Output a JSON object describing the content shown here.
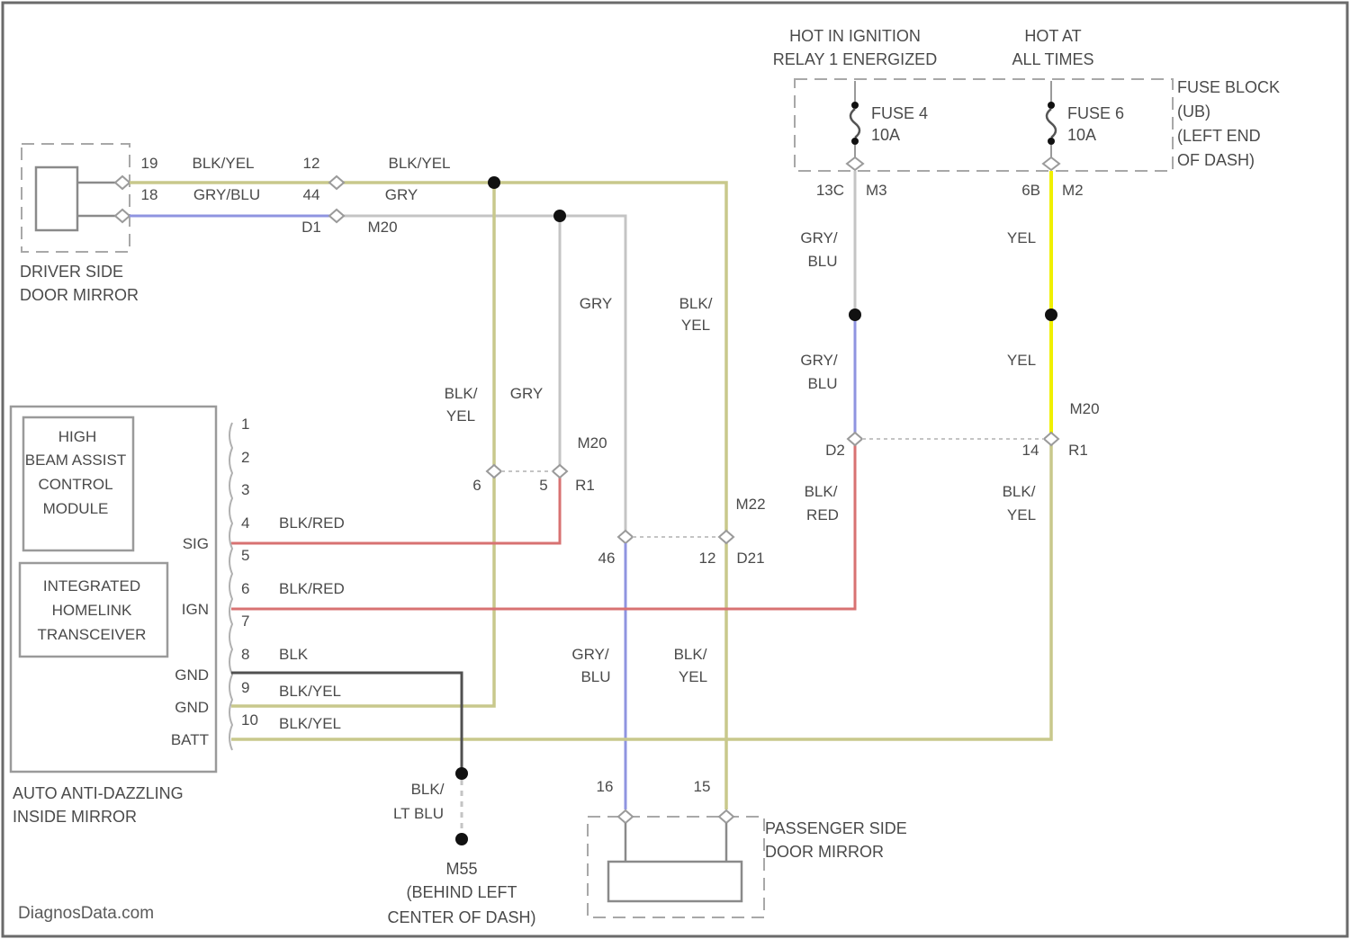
{
  "power": {
    "ignition_line1": "HOT IN IGNITION",
    "ignition_line2": "RELAY 1 ENERGIZED",
    "always_line1": "HOT AT",
    "always_line2": "ALL TIMES"
  },
  "fuse_block": {
    "line1": "FUSE BLOCK",
    "line2": "(UB)",
    "line3": "(LEFT END",
    "line4": "OF DASH)",
    "fuse4_name": "FUSE 4",
    "fuse4_rating": "10A",
    "fuse6_name": "FUSE 6",
    "fuse6_rating": "10A",
    "fuse4_pin": "13C",
    "fuse4_conn": "M3",
    "fuse6_pin": "6B",
    "fuse6_conn": "M2"
  },
  "driver_mirror": {
    "label1": "DRIVER SIDE",
    "label2": "DOOR MIRROR",
    "pin_a": "19",
    "wire_a": "BLK/YEL",
    "pin_a2": "12",
    "pin_b": "18",
    "wire_b": "GRY/BLU",
    "pin_b2": "44",
    "pin_c": "D1",
    "conn_c": "M20",
    "wire_a_out": "BLK/YEL",
    "wire_b_out": "GRY"
  },
  "wires": {
    "gry_1": "GRY",
    "blkyel_1a": "BLK/",
    "blkyel_1b": "YEL",
    "blkyel_2a": "BLK/",
    "blkyel_2b": "YEL",
    "gry_2": "GRY",
    "m20_mid": "M20",
    "pin_6": "6",
    "pin_5": "5",
    "conn_r1": "R1",
    "gryblu_a1": "GRY/",
    "gryblu_a2": "BLU",
    "yel_a": "YEL",
    "gryblu_b1": "GRY/",
    "gryblu_b2": "BLU",
    "yel_b": "YEL",
    "m20_right": "M20",
    "pin_d2": "D2",
    "pin_14": "14",
    "conn_r1b": "R1",
    "blkred_v1": "BLK/",
    "blkred_v2": "RED",
    "blkyel_v1": "BLK/",
    "blkyel_v2": "YEL",
    "m22": "M22",
    "pin_46": "46",
    "pin_12": "12",
    "conn_d21": "D21",
    "gryblu_c1": "GRY/",
    "gryblu_c2": "BLU",
    "blkyel_c1": "BLK/",
    "blkyel_c2": "YEL",
    "pin_16": "16",
    "pin_15": "15",
    "blkltblu1": "BLK/",
    "blkltblu2": "LT BLU"
  },
  "inside_mirror": {
    "module1_l1": "HIGH",
    "module1_l2": "BEAM ASSIST",
    "module1_l3": "CONTROL",
    "module1_l4": "MODULE",
    "module2_l1": "INTEGRATED",
    "module2_l2": "HOMELINK",
    "module2_l3": "TRANSCEIVER",
    "label1": "AUTO ANTI-DAZZLING",
    "label2": "INSIDE MIRROR",
    "pins": [
      "1",
      "2",
      "3",
      "4",
      "5",
      "6",
      "7",
      "8",
      "9",
      "10"
    ],
    "sig": "SIG",
    "ign": "IGN",
    "gnd1": "GND",
    "gnd2": "GND",
    "batt": "BATT",
    "wire4": "BLK/RED",
    "wire6": "BLK/RED",
    "wire8": "BLK",
    "wire9": "BLK/YEL",
    "wire10": "BLK/YEL"
  },
  "ground": {
    "name": "M55",
    "loc1": "(BEHIND LEFT",
    "loc2": "CENTER OF DASH)"
  },
  "passenger_mirror": {
    "label1": "PASSENGER SIDE",
    "label2": "DOOR MIRROR"
  },
  "watermark": "DiagnosData.com"
}
